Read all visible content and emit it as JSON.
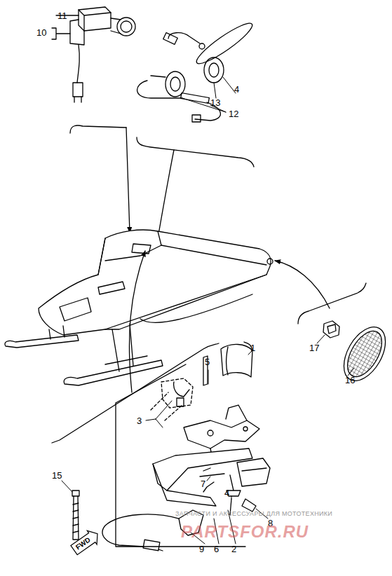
{
  "diagram": {
    "nodes": [
      {
        "text": [
          "FWD"
        ]
      }
    ],
    "labels": [
      "11",
      "10",
      "13",
      "4",
      "12",
      "1",
      "5",
      "3",
      "7",
      "4",
      "8",
      "9",
      "6",
      "2",
      "15",
      "16",
      "17",
      "ЗАПЧАСТИ И АКСЕССУАРЫ ДЛЯ МОТОТЕХНИКИ",
      "PARTSFOR.RU"
    ]
  }
}
